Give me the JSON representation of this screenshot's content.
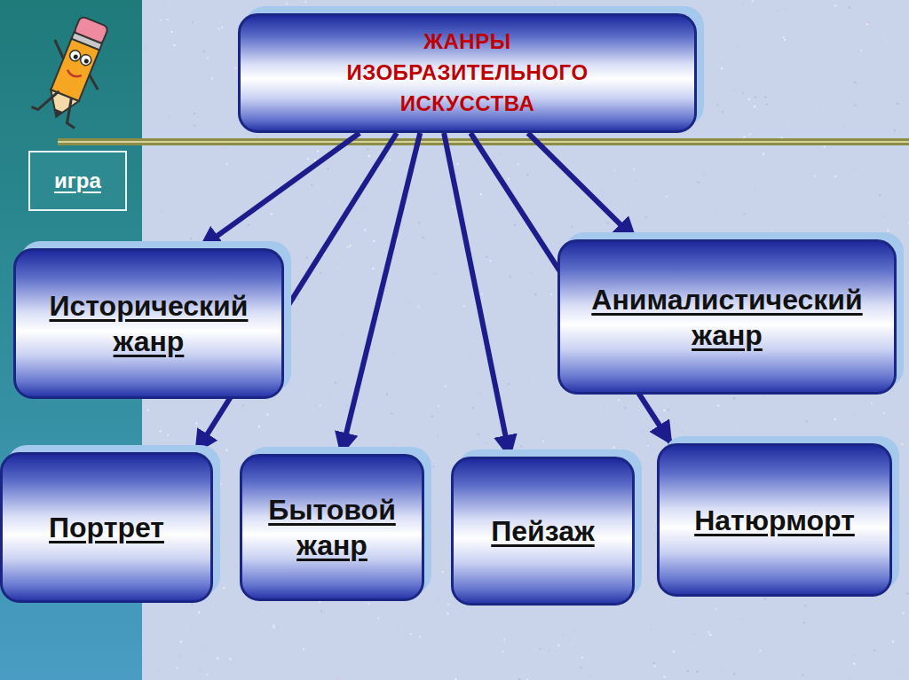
{
  "diagram": {
    "nodes": [
      {
        "text": [
          "ЖАНРЫ ИЗОБРАЗИТЕЛЬНОГО ИСКУССТВА"
        ]
      },
      {
        "text": [
          "игра"
        ]
      },
      {
        "text": [
          "Исторический жанр"
        ]
      },
      {
        "text": [
          "Анималистический жанр"
        ]
      },
      {
        "text": [
          "Портрет"
        ]
      },
      {
        "text": [
          "Бытовой жанр"
        ]
      },
      {
        "text": [
          "Пейзаж"
        ]
      },
      {
        "text": [
          "Натюрморт"
        ]
      }
    ],
    "edges": [
      {
        "from": 0,
        "to": 2,
        "arrow": "to"
      },
      {
        "from": 0,
        "to": 3,
        "arrow": "to"
      },
      {
        "from": 0,
        "to": 4,
        "arrow": "to"
      },
      {
        "from": 0,
        "to": 5,
        "arrow": "to"
      },
      {
        "from": 0,
        "to": 6,
        "arrow": "to"
      },
      {
        "from": 0,
        "to": 7,
        "arrow": "to"
      }
    ]
  }
}
